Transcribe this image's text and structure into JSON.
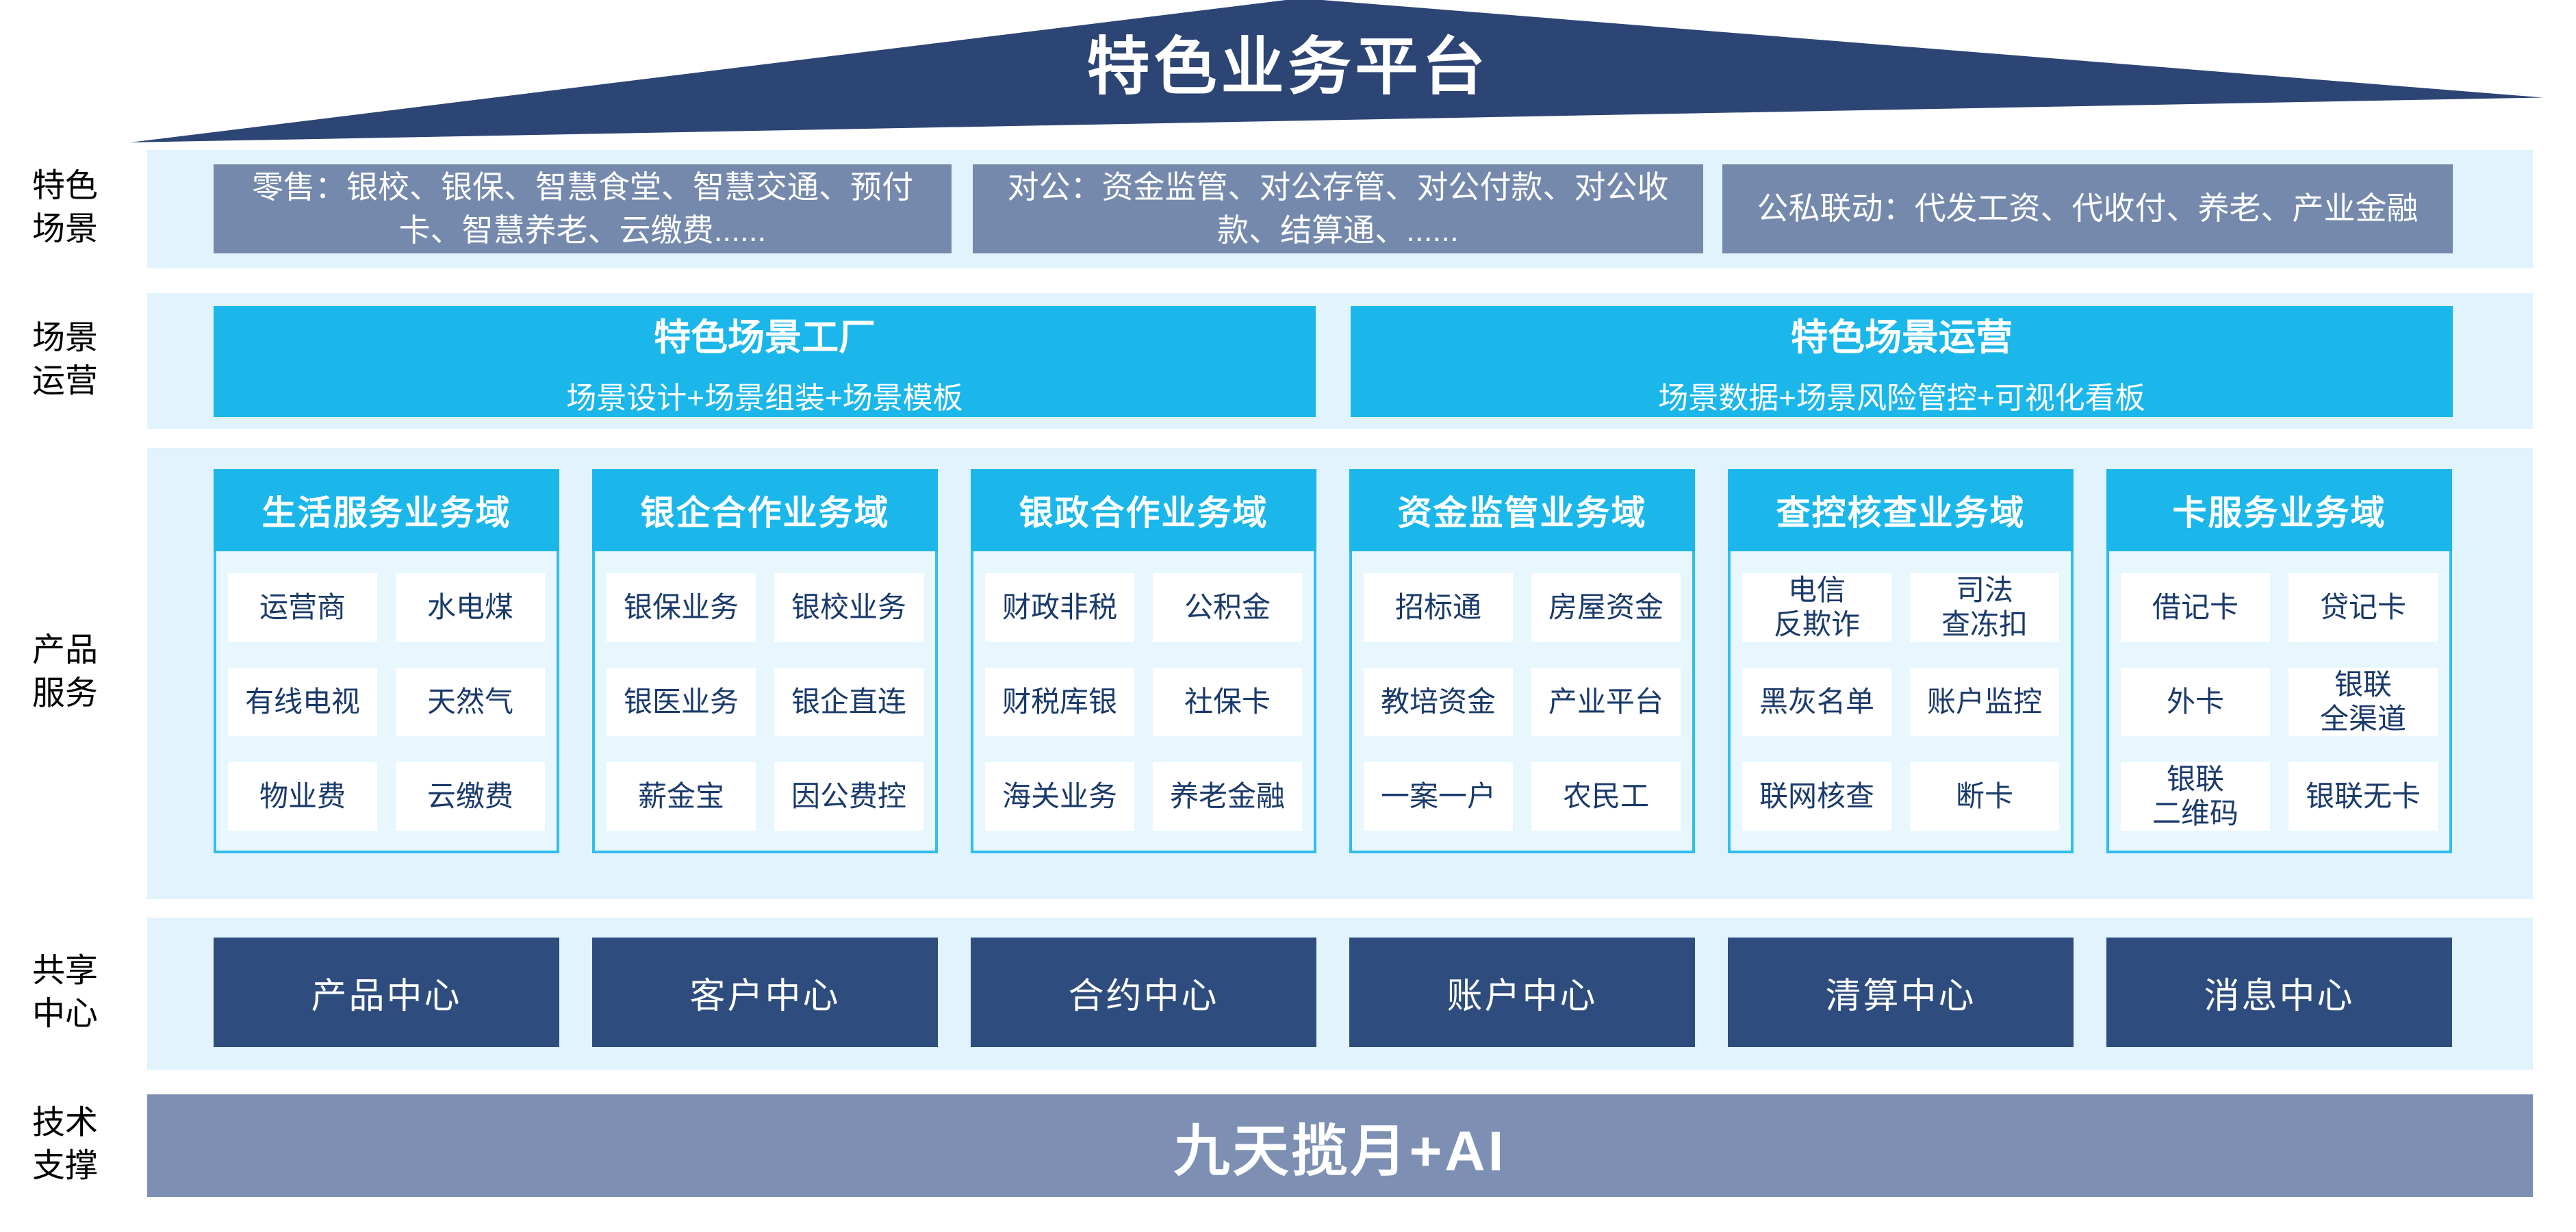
{
  "title": "特色业务平台",
  "side_labels": [
    "特色\n场景",
    "场景\n运营",
    "产品\n服务",
    "共享\n中心",
    "技术\n支撑"
  ],
  "scene_row": {
    "boxes": [
      "零售：银校、银保、智慧食堂、智慧交通、预付卡、智慧养老、云缴费......",
      "对公：资金监管、对公存管、对公付款、对公收款、结算通、......",
      "公私联动：代发工资、代收付、养老、产业金融"
    ]
  },
  "operation_row": {
    "boxes": [
      {
        "title": "特色场景工厂",
        "subtitle": "场景设计+场景组装+场景模板"
      },
      {
        "title": "特色场景运营",
        "subtitle": "场景数据+场景风险管控+可视化看板"
      }
    ]
  },
  "product_row": {
    "columns": [
      {
        "header": "生活服务业务域",
        "cells": [
          "运营商",
          "水电煤",
          "有线电视",
          "天然气",
          "物业费",
          "云缴费"
        ]
      },
      {
        "header": "银企合作业务域",
        "cells": [
          "银保业务",
          "银校业务",
          "银医业务",
          "银企直连",
          "薪金宝",
          "因公费控"
        ]
      },
      {
        "header": "银政合作业务域",
        "cells": [
          "财政非税",
          "公积金",
          "财税库银",
          "社保卡",
          "海关业务",
          "养老金融"
        ]
      },
      {
        "header": "资金监管业务域",
        "cells": [
          "招标通",
          "房屋资金",
          "教培资金",
          "产业平台",
          "一案一户",
          "农民工"
        ]
      },
      {
        "header": "查控核查业务域",
        "cells": [
          "电信\n反欺诈",
          "司法\n查冻扣",
          "黑灰名单",
          "账户监控",
          "联网核查",
          "断卡"
        ]
      },
      {
        "header": "卡服务业务域",
        "cells": [
          "借记卡",
          "贷记卡",
          "外卡",
          "银联\n全渠道",
          "银联\n二维码",
          "银联无卡"
        ]
      }
    ]
  },
  "share_row": {
    "centers": [
      "产品中心",
      "客户中心",
      "合约中心",
      "账户中心",
      "清算中心",
      "消息中心"
    ]
  },
  "tech_bar": {
    "label": "九天揽月+AI"
  },
  "colors": {
    "roof_navy": "#2d4574",
    "band_light_blue": "#e1f3fc",
    "scene_gray_blue": "#7489ac",
    "accent_cyan": "#1bb7ea",
    "column_border_cyan": "#2fbeed",
    "column_body_blue": "#e8f7fe",
    "cell_text_navy": "#1a3a6b",
    "center_navy": "#2e4d7e",
    "tech_bar_gray_blue": "#7d90b3"
  }
}
